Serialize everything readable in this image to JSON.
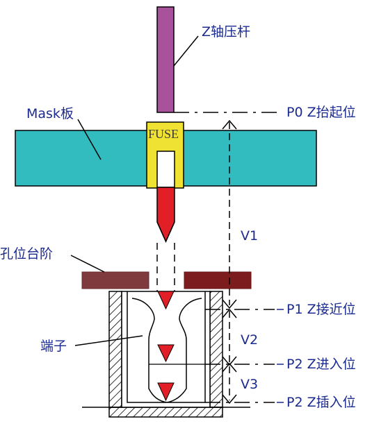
{
  "labels": {
    "z_press_rod": "Z轴压杆",
    "mask_plate": "Mask板",
    "fuse": "FUSE",
    "hole_step": "孔位台阶",
    "terminal": "端子",
    "p0": "P0 Z抬起位",
    "p1": "P1 Z接近位",
    "p2_enter": "P2 Z进入位",
    "p2_insert": "P2 Z插入位",
    "v1": "V1",
    "v2": "V2",
    "v3": "V3"
  },
  "colors": {
    "rod": "#a9529c",
    "mask": "#33bcbf",
    "fuse_body": "#f0e232",
    "fuse_tip": "#e21f26",
    "step_left": "#7e3a3c",
    "step_right": "#7d1c1f",
    "label_text": "#1b2a8f",
    "line": "#000000"
  }
}
